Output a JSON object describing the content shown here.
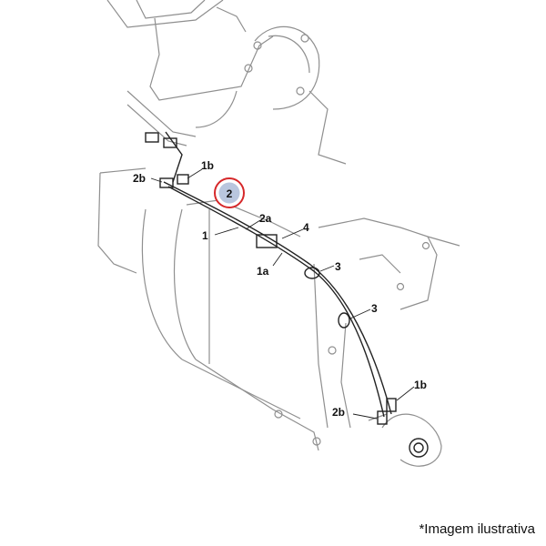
{
  "callouts": {
    "c1": "1",
    "c1a": "1a",
    "c1b_top": "1b",
    "c1b_bottom": "1b",
    "c2": "2",
    "c2a": "2a",
    "c2b_top": "2b",
    "c2b_bottom": "2b",
    "c3_upper": "3",
    "c3_lower": "3",
    "c4": "4"
  },
  "caption": "*Imagem ilustrativa",
  "colors": {
    "highlight_ring": "#d6282a",
    "highlight_fill": "#b9c6de",
    "linework": "#8f8f8f",
    "hose": "#222222"
  }
}
